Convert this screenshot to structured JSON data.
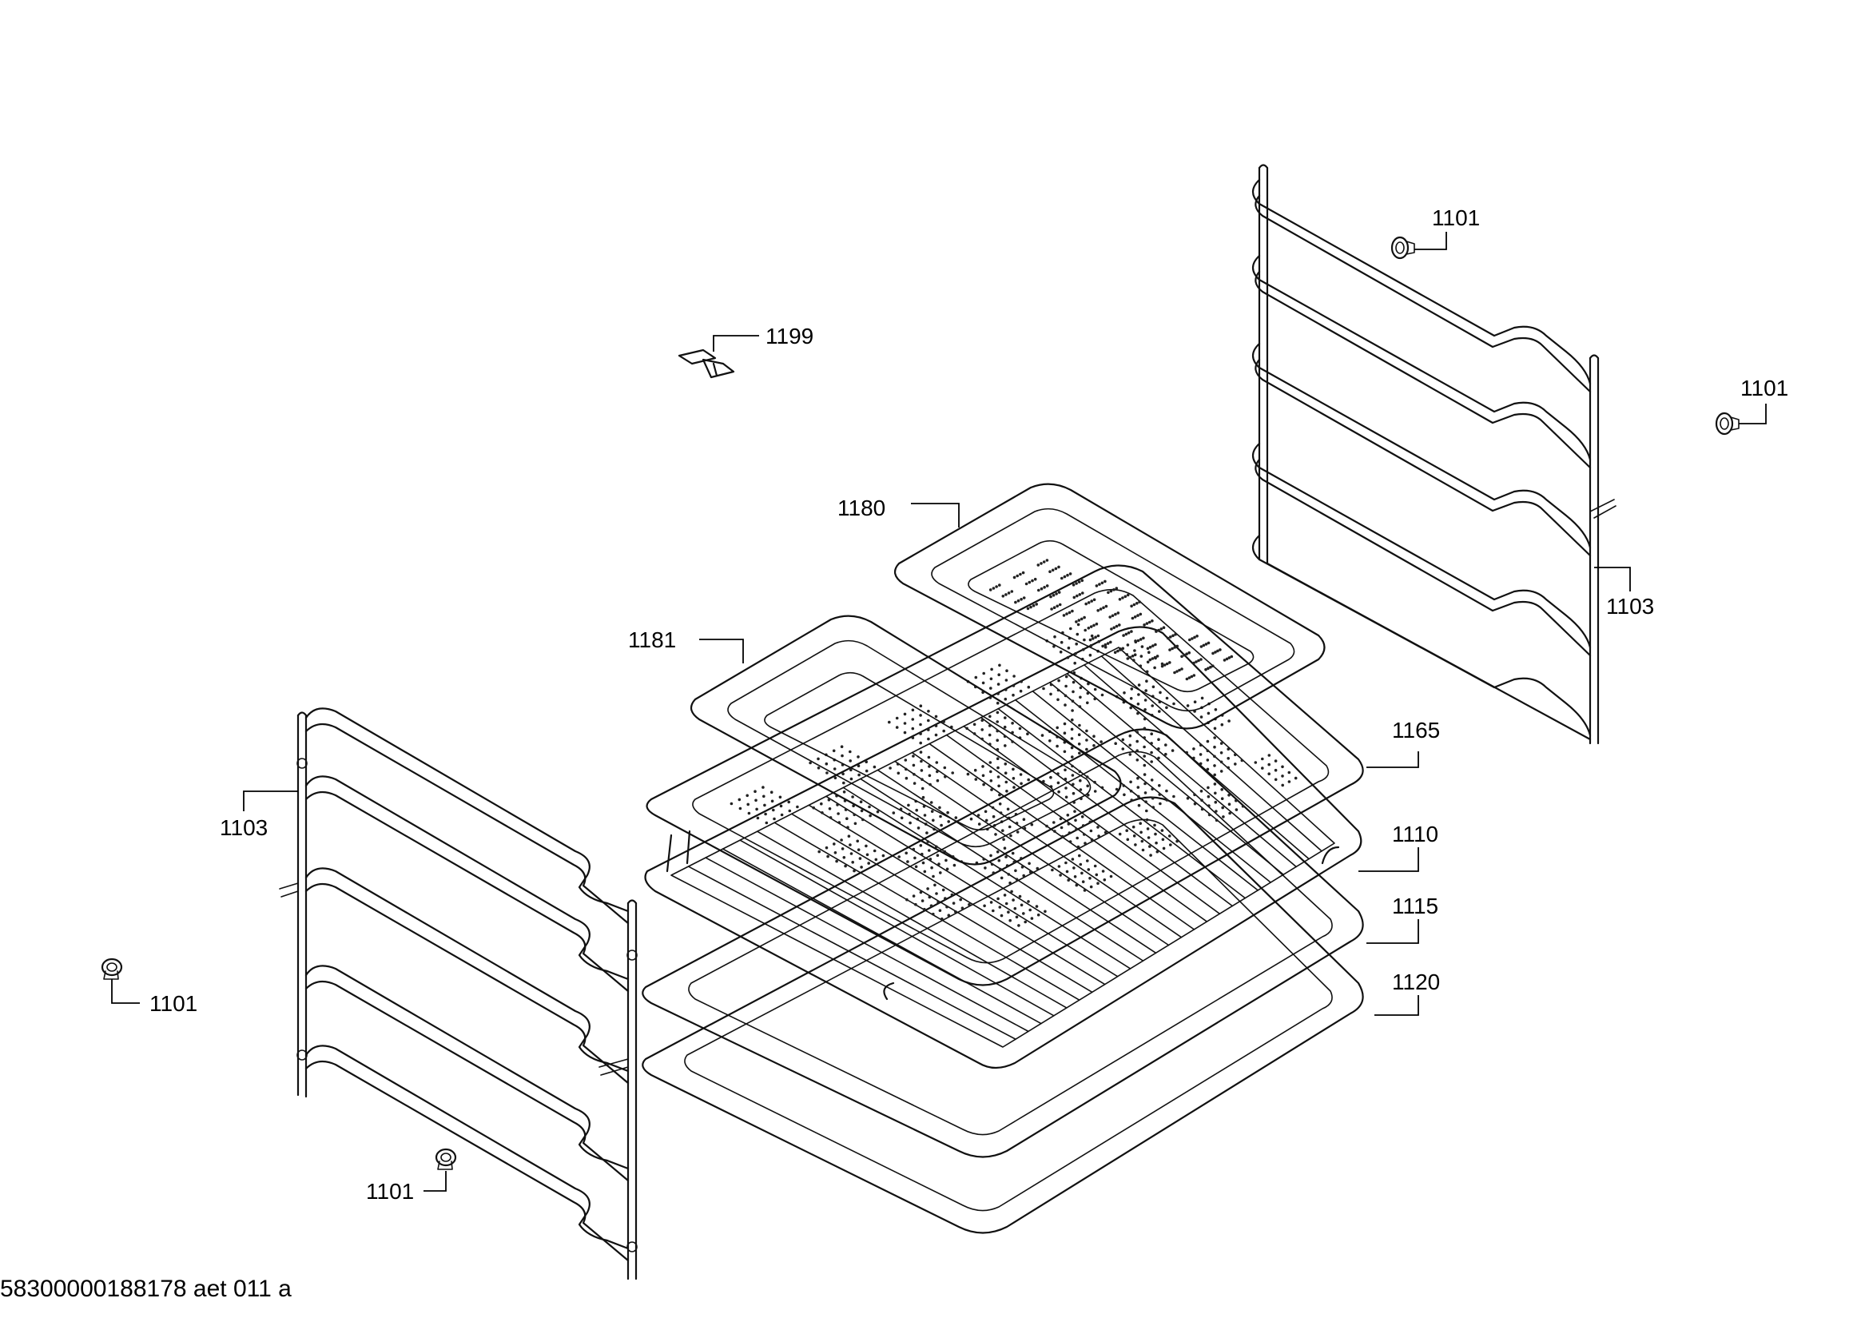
{
  "document_code": "58300000188178 aet 011 a",
  "parts": {
    "clip": "1199",
    "steam_tray_perforated": "1180",
    "steam_tray_solid": "1181",
    "perforated_baking_tray": "1165",
    "wire_rack": "1110",
    "baking_tray": "1115",
    "deep_universal_pan": "1120",
    "side_rail_right": "1103",
    "side_rail_left": "1103",
    "fixing_screw_top": "1101",
    "fixing_screw_right": "1101",
    "fixing_screw_left": "1101",
    "fixing_screw_bottom": "1101"
  }
}
